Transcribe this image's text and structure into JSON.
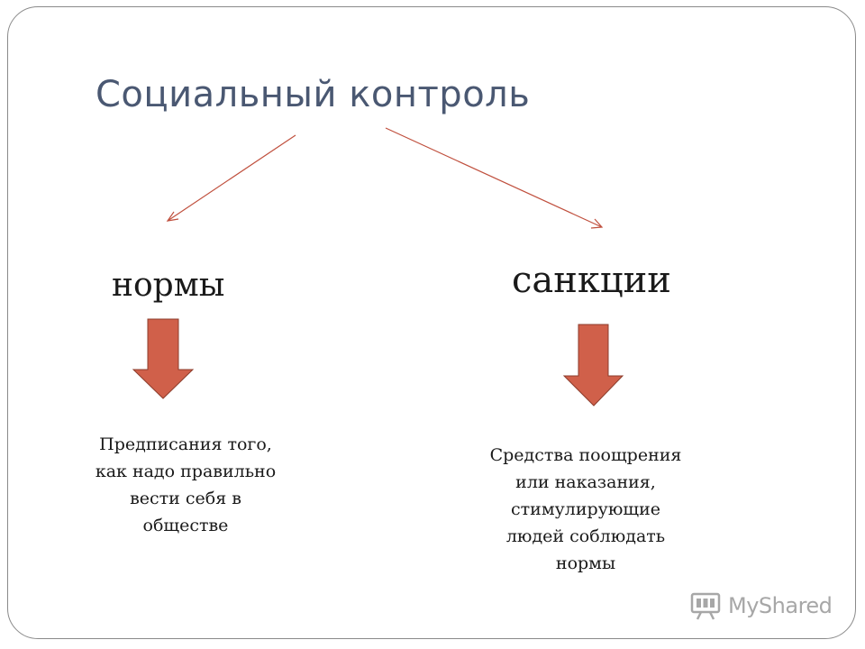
{
  "slide": {
    "title": "Социальный контроль",
    "left_branch": {
      "term": "нормы",
      "description_lines": [
        "Предписания того,",
        "как надо правильно",
        "вести себя в",
        "обществе"
      ]
    },
    "right_branch": {
      "term": "санкции",
      "description_lines": [
        "Средства поощрения",
        "или наказания,",
        "стимулирующие",
        "людей соблюдать",
        "нормы"
      ]
    },
    "colors": {
      "title": "#4a5872",
      "connector": "#c0503e",
      "block_arrow_fill": "#d0604a",
      "block_arrow_stroke": "#8c3d2c"
    }
  },
  "watermark": {
    "text": "MyShared",
    "icon": "presentation-board-icon"
  }
}
